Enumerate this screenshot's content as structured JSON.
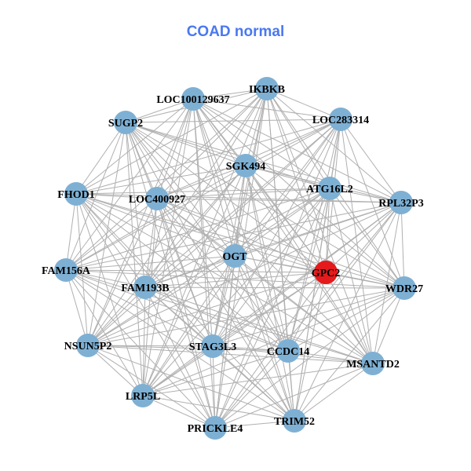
{
  "title": "COAD normal",
  "colors": {
    "node": "#7eb0d4",
    "highlight": "#e41a1c",
    "edge": "#b0b0b0",
    "title": "#4a78f0"
  },
  "nodes": [
    {
      "id": "IKBKB",
      "color": "node"
    },
    {
      "id": "LOC100129637",
      "color": "node"
    },
    {
      "id": "LOC283314",
      "color": "node"
    },
    {
      "id": "SUGP2",
      "color": "node"
    },
    {
      "id": "SGK494",
      "color": "node"
    },
    {
      "id": "ATG16L2",
      "color": "node"
    },
    {
      "id": "FHOD1",
      "color": "node"
    },
    {
      "id": "LOC400927",
      "color": "node"
    },
    {
      "id": "RPL32P3",
      "color": "node"
    },
    {
      "id": "OGT",
      "color": "node"
    },
    {
      "id": "GPC2",
      "color": "highlight"
    },
    {
      "id": "FAM156A",
      "color": "node"
    },
    {
      "id": "FAM193B",
      "color": "node"
    },
    {
      "id": "WDR27",
      "color": "node"
    },
    {
      "id": "NSUN5P2",
      "color": "node"
    },
    {
      "id": "STAG3L3",
      "color": "node"
    },
    {
      "id": "CCDC14",
      "color": "node"
    },
    {
      "id": "MSANTD2",
      "color": "node"
    },
    {
      "id": "LRP5L",
      "color": "node"
    },
    {
      "id": "PRICKLE4",
      "color": "node"
    },
    {
      "id": "TRIM52",
      "color": "node"
    }
  ]
}
